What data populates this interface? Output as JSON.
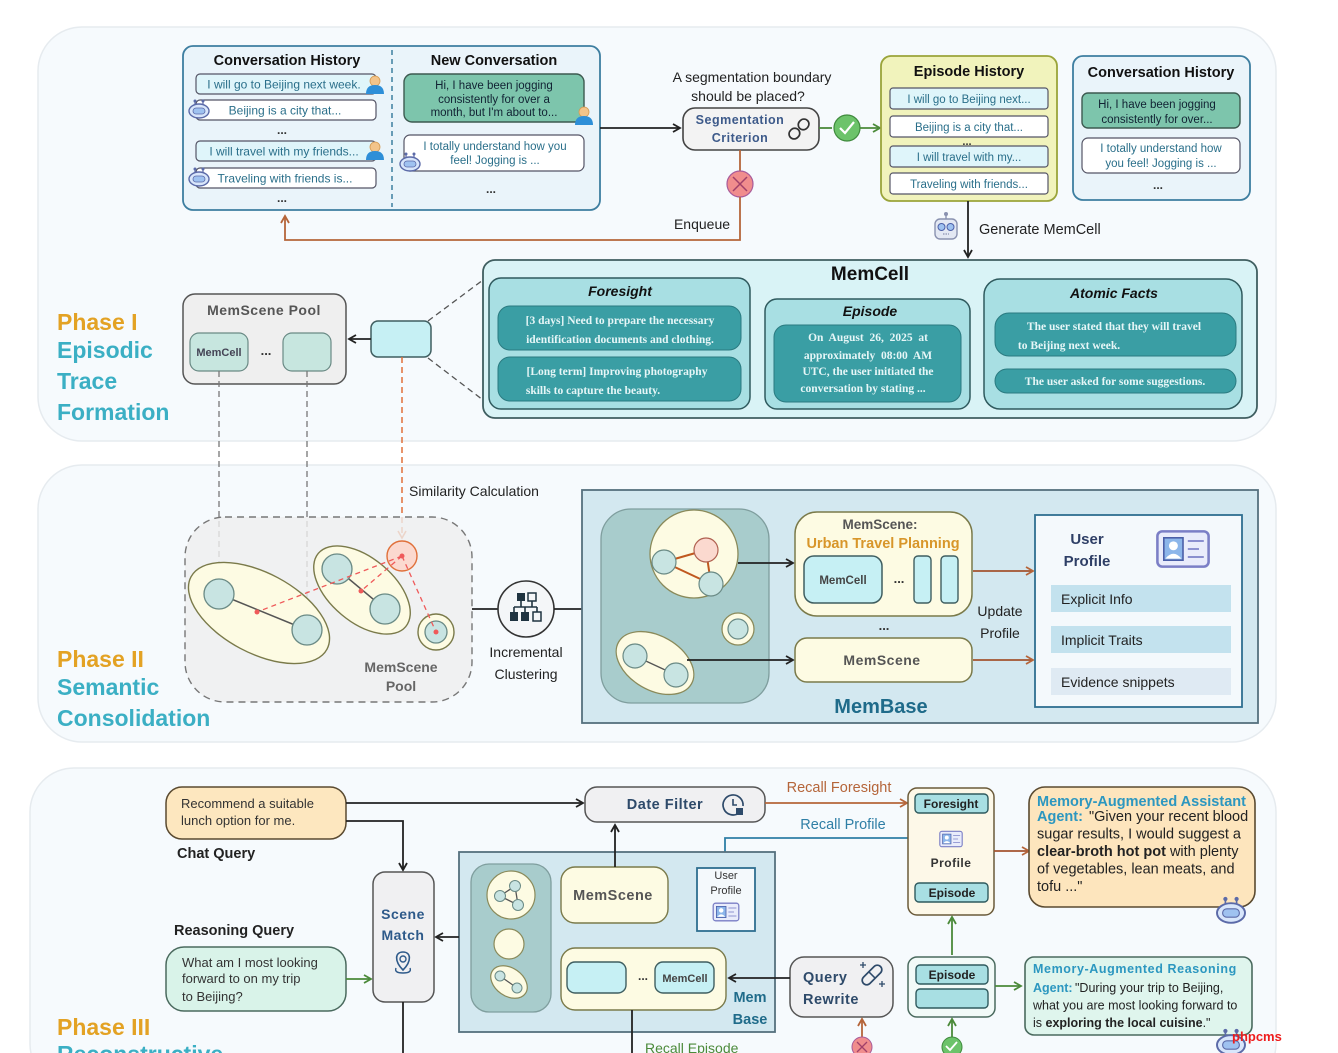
{
  "colors": {
    "phase_label": "#e3a224",
    "phase_title": "#3bafc4",
    "panel_bg": "#f6fafd",
    "conv_border": "#3d7ea0",
    "user_bubble": "#dff5fa",
    "bot_bubble": "#ffffff",
    "new_user_bubble": "#7dc5ac",
    "episode_history_bg": "#f1f3bc",
    "episode_history_border": "#9aa43a",
    "memcell_bg": "#d9f3f6",
    "memcell_inner": "#a8dfe3",
    "memcell_text_box": "#3a9ea4",
    "enqueue_arrow": "#b5653a",
    "check_green": "#6cc36a",
    "cross_red": "#f08d8d",
    "membase_bg": "#d3e8f0",
    "memscene_bg": "#fdfbe6",
    "orange_text": "#d8962a",
    "assistant_bg": "#fde5bd",
    "reasoning_bg": "#dff5ed",
    "agent_title": "#2c97c0",
    "recall_foresight": "#b5653a",
    "recall_profile": "#2f7fa6",
    "recall_episode": "#4b8a3a"
  },
  "phase1": {
    "label": "Phase I",
    "title_lines": [
      "Episodic",
      "Trace",
      "Formation"
    ],
    "conversation_history": {
      "title": "Conversation History",
      "messages": [
        {
          "role": "user",
          "text": "I will go to Beijing next week."
        },
        {
          "role": "bot",
          "text": "Beijing is a city that..."
        },
        {
          "role": "ellipsis",
          "text": "..."
        },
        {
          "role": "user",
          "text": "I will travel with my friends..."
        },
        {
          "role": "bot",
          "text": "Traveling with friends is..."
        },
        {
          "role": "ellipsis",
          "text": "..."
        }
      ]
    },
    "new_conversation": {
      "title": "New Conversation",
      "messages": [
        {
          "role": "user",
          "text_lines": [
            "Hi, I have been jogging",
            "consistently for over a",
            "month, but I'm about to..."
          ]
        },
        {
          "role": "bot",
          "text_lines": [
            "I totally understand how you",
            "feel! Jogging is ..."
          ]
        },
        {
          "role": "ellipsis",
          "text": "..."
        }
      ]
    },
    "segmentation_question": [
      "A segmentation boundary",
      "should be placed?"
    ],
    "segmentation_criterion": [
      "Segmentation",
      "Criterion"
    ],
    "enqueue_label": "Enqueue",
    "episode_history": {
      "title": "Episode History",
      "messages": [
        "I will go to Beijing next...",
        "Beijing is a city that...",
        "...",
        "I will travel with my...",
        "Traveling with friends..."
      ]
    },
    "conversation_history_right": {
      "title": "Conversation History",
      "messages": [
        {
          "role": "user",
          "text_lines": [
            "Hi, I have been jogging",
            "consistently for over..."
          ]
        },
        {
          "role": "bot",
          "text_lines": [
            "I totally understand how",
            "you feel! Jogging is ..."
          ]
        },
        {
          "role": "ellipsis",
          "text": "..."
        }
      ]
    },
    "generate_memcell_label": "Generate MemCell",
    "memcell": {
      "title": "MemCell",
      "foresight": {
        "title": "Foresight",
        "items": [
          [
            "[3 days] Need to prepare the necessary",
            "identification documents and clothing."
          ],
          [
            "[Long term] Improving photography",
            "skills to capture the beauty."
          ]
        ]
      },
      "episode": {
        "title": "Episode",
        "lines": [
          "On  August  26,  2025  at",
          "approximately  08:00  AM",
          "UTC, the user initiated the",
          "conversation by stating ..."
        ]
      },
      "atomic_facts": {
        "title": "Atomic Facts",
        "items": [
          [
            "The user stated that they will travel",
            "to Beijing next week."
          ],
          [
            "The user asked for some suggestions."
          ]
        ]
      }
    },
    "memscene_pool": {
      "title": "MemScene Pool",
      "cell_label": "MemCell",
      "ellipsis": "..."
    }
  },
  "phase2": {
    "label": "Phase II",
    "title_lines": [
      "Semantic",
      "Consolidation"
    ],
    "similarity_label": "Similarity Calculation",
    "pool_label": [
      "MemScene",
      "Pool"
    ],
    "clustering_label": [
      "Incremental",
      "Clustering"
    ],
    "memscene_named": {
      "prefix": "MemScene:",
      "name": "Urban Travel Planning",
      "cell_label": "MemCell",
      "ellipsis": "..."
    },
    "memscene_plain": "MemScene",
    "between_ellipsis": "...",
    "update_profile": [
      "Update",
      "Profile"
    ],
    "membase_label": "MemBase",
    "user_profile": {
      "title": [
        "User",
        "Profile"
      ],
      "items": [
        "Explicit Info",
        "Implicit Traits",
        "Evidence snippets"
      ]
    }
  },
  "phase3": {
    "label": "Phase III",
    "title_partial": "Reconstructive",
    "chat_query": {
      "text_lines": [
        "Recommend a suitable",
        "lunch option for me."
      ],
      "label": "Chat Query"
    },
    "reasoning_query": {
      "label": "Reasoning Query",
      "text_lines": [
        "What am I most looking",
        "forward to on my trip",
        "to Beijing?"
      ]
    },
    "scene_match": [
      "Scene",
      "Match"
    ],
    "date_filter": "Date Filter",
    "recall_foresight": "Recall Foresight",
    "recall_profile": "Recall Profile",
    "recall_episode": "Recall Episode",
    "membase": {
      "memscene": "MemScene",
      "user_profile": [
        "User",
        "Profile"
      ],
      "cell_label": "MemCell",
      "ellipsis": "...",
      "label": [
        "Mem",
        "Base"
      ]
    },
    "query_rewrite": [
      "Query",
      "Rewrite"
    ],
    "context_stack": {
      "foresight": "Foresight",
      "profile": "Profile",
      "episode": "Episode"
    },
    "episode_stack": {
      "episode": "Episode"
    },
    "assistant_response": {
      "agent_title": "Memory-Augmented Assistant",
      "agent_prefix": "Agent:",
      "text_parts": [
        "\"Given your recent blood sugar results, I would suggest a ",
        "clear-broth hot pot",
        " with plenty of vegetables, lean meats, and tofu ...\""
      ]
    },
    "reasoning_response": {
      "agent_title": "Memory-Augmented Reasoning",
      "agent_prefix": "Agent:",
      "text_parts": [
        "\"During your trip to Beijing, what you are most looking forward to is ",
        "exploring the local cuisine",
        ".\""
      ]
    }
  },
  "watermark": "phpcms"
}
